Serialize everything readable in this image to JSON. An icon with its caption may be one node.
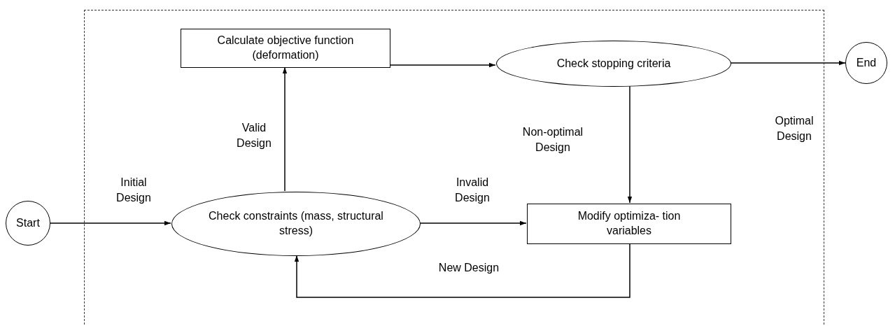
{
  "diagram": {
    "nodes": [
      {
        "text": [],
        "shape": "box"
      },
      {
        "text": [
          "Start"
        ]
      },
      {
        "text": [
          "Check constraints (mass, structural stress)"
        ],
        "in": 0
      },
      {
        "text": [
          "Calculate objective function (deformation)"
        ],
        "in": 0
      },
      {
        "text": [
          "Check stopping criteria"
        ],
        "in": 0
      },
      {
        "text": [
          "Modify optimiza- tion variables"
        ],
        "in": 0
      },
      {
        "text": [
          "End"
        ]
      }
    ],
    "edges": [
      {
        "from": 1,
        "to": 2,
        "arrow": "to",
        "label": "Initial Design"
      },
      {
        "from": 2,
        "to": 3,
        "arrow": "to",
        "label": "Valid Design"
      },
      {
        "from": 3,
        "to": 4,
        "arrow": "to"
      },
      {
        "from": 4,
        "to": 6,
        "arrow": "to",
        "label": "Optimal Design"
      },
      {
        "from": 4,
        "to": 5,
        "arrow": "to",
        "label": "Non-optimal Design"
      },
      {
        "from": 2,
        "to": 5,
        "arrow": "to",
        "label": "Invalid Design"
      },
      {
        "from": 5,
        "to": 2,
        "arrow": "to",
        "label": "New Design"
      }
    ]
  }
}
